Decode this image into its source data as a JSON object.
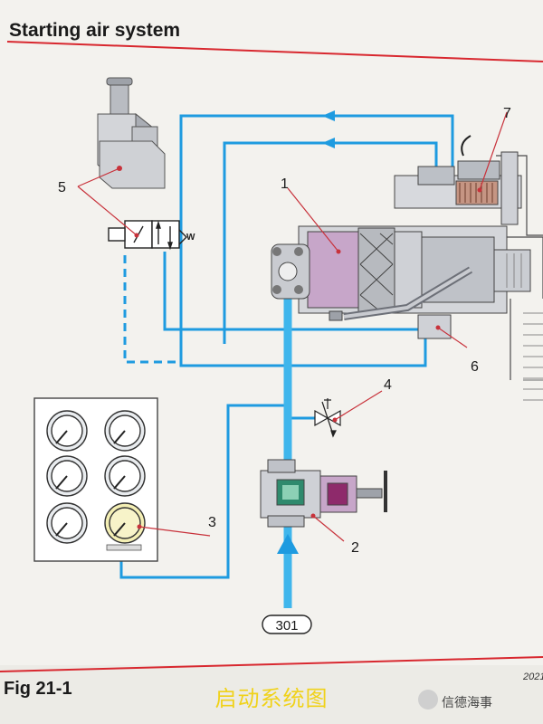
{
  "title": "Starting air system",
  "figure_label": "Fig 21-1",
  "caption": "启动系统图",
  "corner_text": "2021",
  "watermark": "信德海事",
  "supply_label": "301",
  "callouts": [
    "1",
    "2",
    "3",
    "4",
    "5",
    "6",
    "7"
  ],
  "valve_w_label": "W",
  "colors": {
    "air_line": "#1e9be0",
    "air_main": "#3fb6ec",
    "callout_line": "#c8323b",
    "red_rule": "#d8282f",
    "component": "#c9cbd0",
    "component_dark": "#6d7078",
    "chamber": "#c7a6c9",
    "piston": "#8e2a6b",
    "gauge_face": "#e9ecef",
    "gauge_highlight": "#f4efb4"
  },
  "gauge_panel": {
    "gauges": 6,
    "highlighted_gauge": 6
  }
}
